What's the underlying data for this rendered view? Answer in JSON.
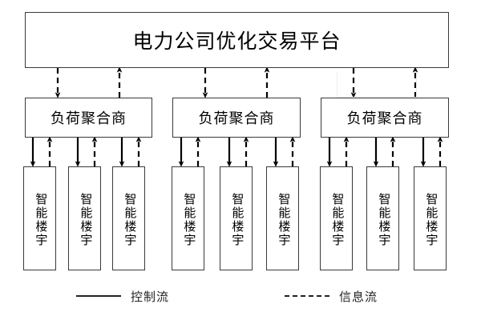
{
  "diagram": {
    "type": "hierarchy-block-diagram",
    "platform": {
      "label": "电力公司优化交易平台"
    },
    "aggregators": [
      {
        "label": "负荷聚合商"
      },
      {
        "label": "负荷聚合商"
      },
      {
        "label": "负荷聚合商"
      }
    ],
    "buildings": [
      {
        "label": "智能楼宇"
      },
      {
        "label": "智能楼宇"
      },
      {
        "label": "智能楼宇"
      },
      {
        "label": "智能楼宇"
      },
      {
        "label": "智能楼宇"
      },
      {
        "label": "智能楼宇"
      },
      {
        "label": "智能楼宇"
      },
      {
        "label": "智能楼宇"
      },
      {
        "label": "智能楼宇"
      }
    ],
    "legend": {
      "control": {
        "label": "控制流",
        "style": "solid"
      },
      "info": {
        "label": "信息流",
        "style": "dashed"
      }
    },
    "colors": {
      "stroke": "#3a3a3a",
      "edge": "#000000",
      "ghost": "#ececec",
      "background": "#ffffff"
    }
  }
}
